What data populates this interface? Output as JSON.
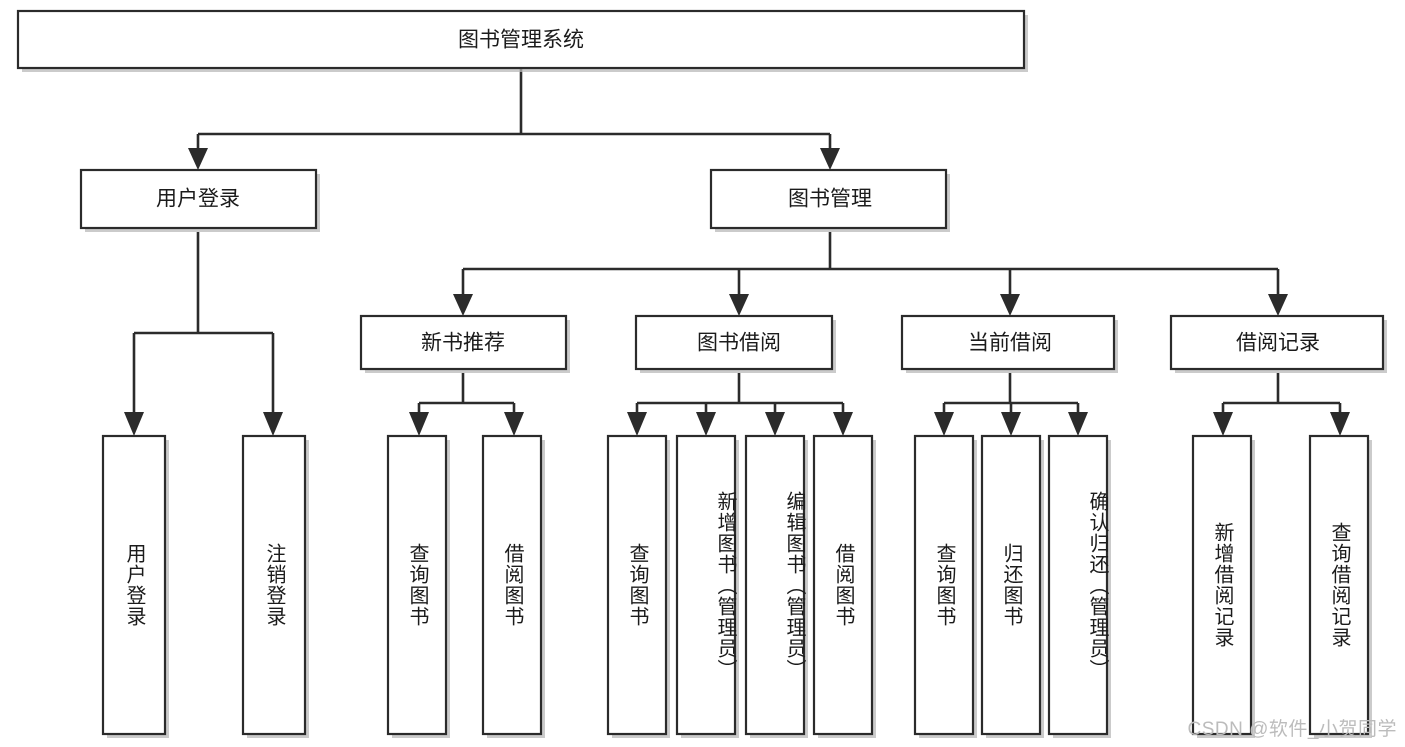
{
  "diagram": {
    "title_node": {
      "label": "图书管理系统"
    },
    "level2": [
      {
        "id": "user-login",
        "label": "用户登录"
      },
      {
        "id": "book-management",
        "label": "图书管理"
      }
    ],
    "level3": [
      {
        "id": "new-book-recommend",
        "label": "新书推荐",
        "parent": "book-management"
      },
      {
        "id": "book-borrow",
        "label": "图书借阅",
        "parent": "book-management"
      },
      {
        "id": "current-borrow",
        "label": "当前借阅",
        "parent": "book-management"
      },
      {
        "id": "borrow-record",
        "label": "借阅记录",
        "parent": "book-management"
      }
    ],
    "leaves": [
      {
        "id": "leaf-user-login",
        "label": "用户登录",
        "parent": "user-login"
      },
      {
        "id": "leaf-logout-login",
        "label": "注销登录",
        "parent": "user-login"
      },
      {
        "id": "leaf-query-book-1",
        "label": "查询图书",
        "parent": "new-book-recommend"
      },
      {
        "id": "leaf-borrow-book-1",
        "label": "借阅图书",
        "parent": "new-book-recommend"
      },
      {
        "id": "leaf-query-book-2",
        "label": "查询图书",
        "parent": "book-borrow"
      },
      {
        "id": "leaf-add-book",
        "label": "新增图书（管理员）",
        "parent": "book-borrow"
      },
      {
        "id": "leaf-edit-book",
        "label": "编辑图书（管理员）",
        "parent": "book-borrow"
      },
      {
        "id": "leaf-borrow-book-2",
        "label": "借阅图书",
        "parent": "book-borrow"
      },
      {
        "id": "leaf-query-book-3",
        "label": "查询图书",
        "parent": "current-borrow"
      },
      {
        "id": "leaf-return-book",
        "label": "归还图书",
        "parent": "current-borrow"
      },
      {
        "id": "leaf-confirm-return",
        "label": "确认归还（管理员）",
        "parent": "current-borrow"
      },
      {
        "id": "leaf-add-record",
        "label": "新增借阅记录",
        "parent": "borrow-record"
      },
      {
        "id": "leaf-query-record",
        "label": "查询借阅记录",
        "parent": "borrow-record"
      }
    ]
  },
  "watermark": {
    "text": "CSDN @软件_小贺同学"
  },
  "colors": {
    "box_stroke": "#2b2b2b",
    "box_fill": "#ffffff",
    "connector": "#2b2b2b",
    "text": "#1b1b1b",
    "watermark": "#bcbcbc",
    "background": "#ffffff"
  }
}
